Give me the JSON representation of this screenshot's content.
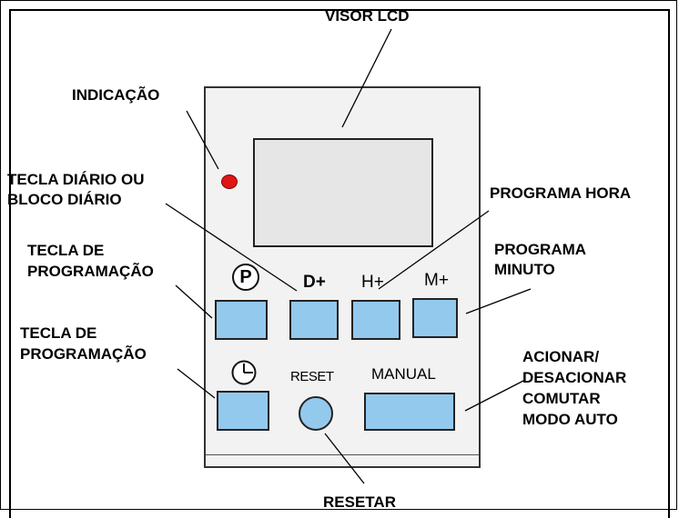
{
  "labels": {
    "visor_lcd": "VISOR LCD",
    "indicacao": "INDICAÇÃO",
    "tecla_diario_l1": "TECLA DIÁRIO OU",
    "tecla_diario_l2": "BLOCO DIÁRIO",
    "programa_hora": "PROGRAMA HORA",
    "programa_minuto_l1": "PROGRAMA",
    "programa_minuto_l2": "MINUTO",
    "tecla_prog_1_l1": "TECLA DE",
    "tecla_prog_1_l2": "PROGRAMAÇÃO",
    "tecla_prog_2_l1": "TECLA DE",
    "tecla_prog_2_l2": "PROGRAMAÇÃO",
    "acionar_l1": "ACIONAR/",
    "acionar_l2": "DESACIONAR",
    "acionar_l3": "COMUTAR",
    "acionar_l4": "MODO AUTO",
    "resetar": "RESETAR"
  },
  "keys": {
    "p_symbol": "P",
    "d_plus": "D+",
    "h_plus": "H+",
    "m_plus": "M+",
    "reset": "RESET",
    "manual": "MANUAL"
  },
  "colors": {
    "key_fill": "#94c9ee",
    "led": "#e01515",
    "lcd": "#e6e6e6",
    "device": "#f2f2f2"
  },
  "icons": [
    "p-circle-icon",
    "clock-icon",
    "led-indicator"
  ]
}
